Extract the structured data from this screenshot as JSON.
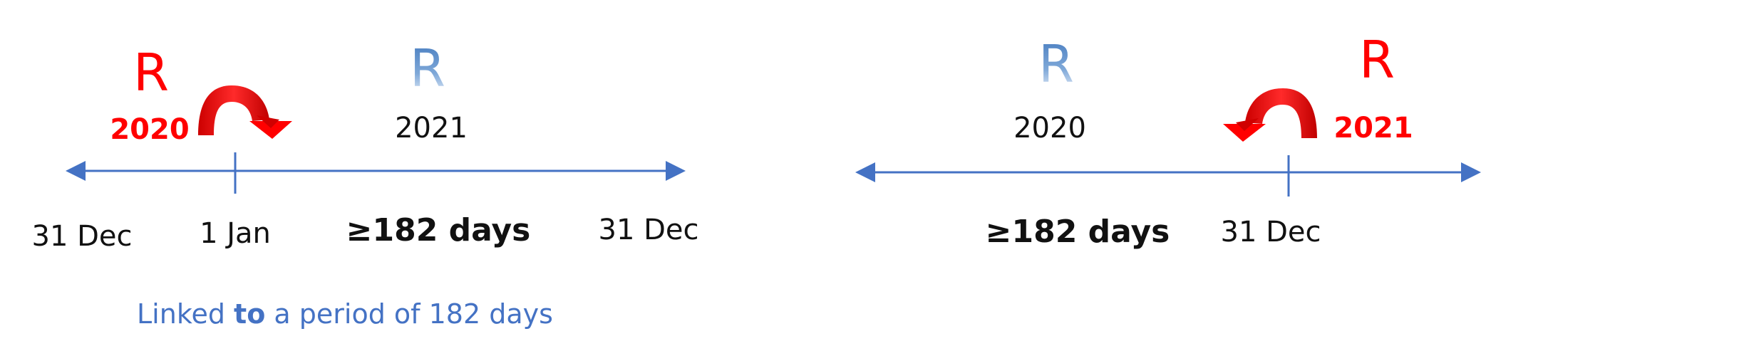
{
  "colors": {
    "timeline": "#4472c4",
    "highlight": "#ff0000",
    "resident_blue": "#5b9bd5",
    "text": "#111111"
  },
  "left": {
    "r_red": "R",
    "r_blue": "R",
    "year_red": "2020",
    "year_black": "2021",
    "tick_left": "31 Dec",
    "tick_mid": "1 Jan",
    "days": "≥182 days",
    "tick_right": "31 Dec",
    "note_pre": "Linked ",
    "note_bold": "to",
    "note_post": " a period of 182 days",
    "arrow": "curved-arrow-right-icon"
  },
  "right": {
    "r_blue": "R",
    "r_red": "R",
    "year_black": "2020",
    "year_red": "2021",
    "days": "≥182 days",
    "tick_mid": "31 Dec",
    "arrow": "curved-arrow-left-icon"
  }
}
